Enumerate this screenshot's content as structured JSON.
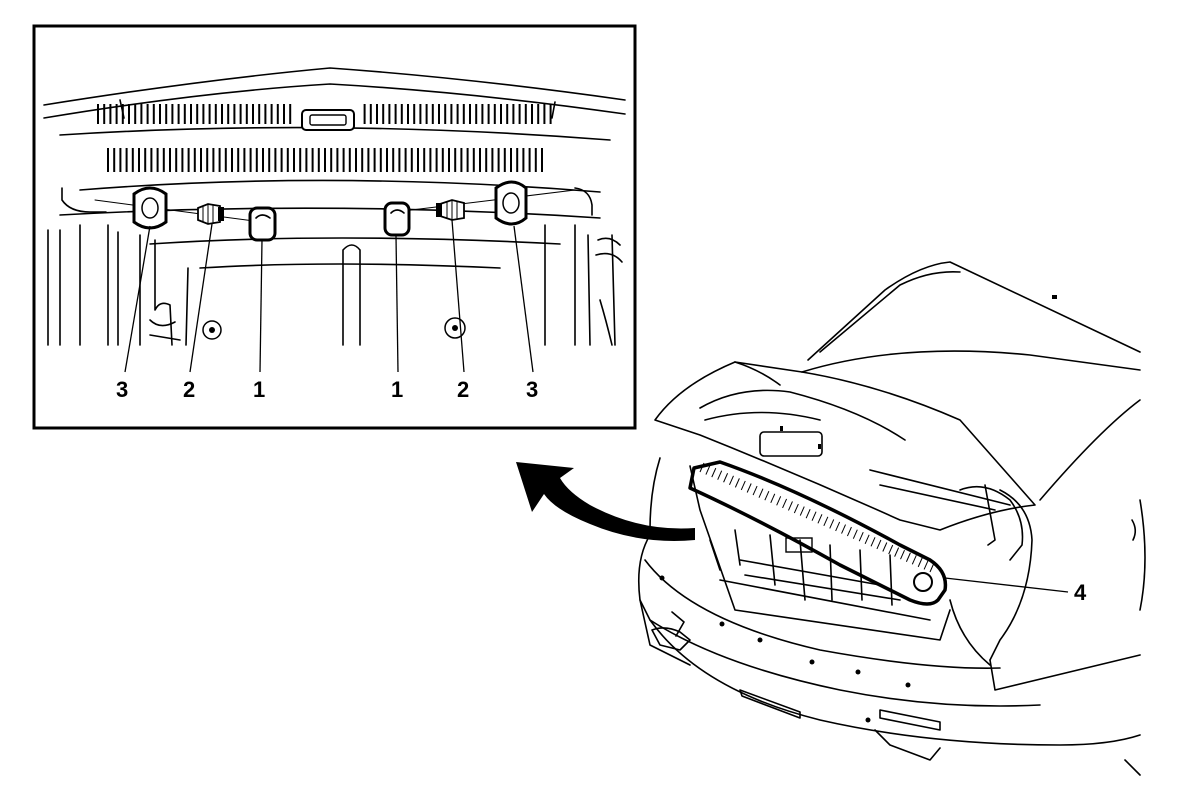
{
  "callouts": {
    "left_retainer": "1",
    "left_fastener": "2",
    "left_grommet": "3",
    "right_retainer": "1",
    "right_fastener": "2",
    "right_grommet": "3",
    "trim_panel": "4"
  },
  "colors": {
    "line": "#000000",
    "background": "#ffffff"
  }
}
